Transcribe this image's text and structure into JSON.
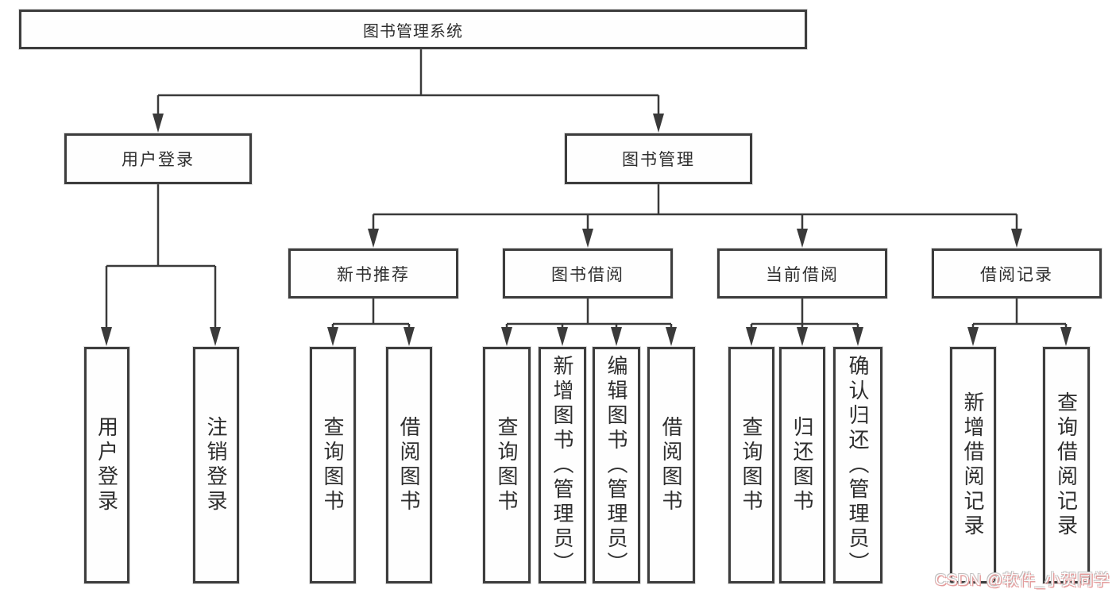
{
  "diagram": {
    "title": "图书管理系统",
    "nodes": {
      "root": {
        "label": "图书管理系统"
      },
      "level2": [
        {
          "label": "用户登录"
        },
        {
          "label": "图书管理"
        }
      ],
      "level3": [
        {
          "label": "新书推荐",
          "parent": "图书管理"
        },
        {
          "label": "图书借阅",
          "parent": "图书管理"
        },
        {
          "label": "当前借阅",
          "parent": "图书管理"
        },
        {
          "label": "借阅记录",
          "parent": "图书管理"
        }
      ],
      "leaves": [
        {
          "label": "用户登录",
          "parent": "用户登录"
        },
        {
          "label": "注销登录",
          "parent": "用户登录"
        },
        {
          "label": "查询图书",
          "parent": "新书推荐"
        },
        {
          "label": "借阅图书",
          "parent": "新书推荐"
        },
        {
          "label": "查询图书",
          "parent": "图书借阅"
        },
        {
          "label": "新增图书（管理员）",
          "parent": "图书借阅"
        },
        {
          "label": "编辑图书（管理员）",
          "parent": "图书借阅"
        },
        {
          "label": "借阅图书",
          "parent": "图书借阅"
        },
        {
          "label": "查询图书",
          "parent": "当前借阅"
        },
        {
          "label": "归还图书",
          "parent": "当前借阅"
        },
        {
          "label": "确认归还（管理员）",
          "parent": "当前借阅"
        },
        {
          "label": "新增借阅记录",
          "parent": "借阅记录"
        },
        {
          "label": "查询借阅记录",
          "parent": "借阅记录"
        }
      ]
    },
    "colors": {
      "line": "#3a3a3a",
      "box_border": "#3d3d3d",
      "text": "#2e2e2e",
      "background": "#ffffff",
      "watermark_pink": "#e49c9c"
    }
  },
  "watermark": {
    "text": "CSDN @软件_小贺同学"
  }
}
